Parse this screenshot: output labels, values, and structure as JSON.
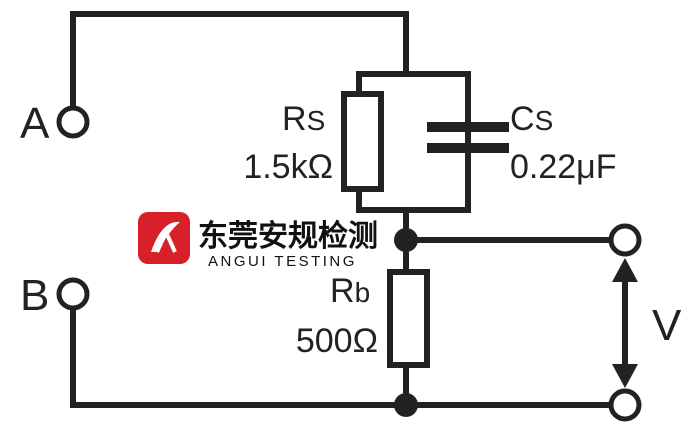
{
  "terminals": {
    "a_label": "A",
    "b_label": "B",
    "v_label": "V"
  },
  "components": {
    "rs": {
      "symbol": "R",
      "subscript": "S",
      "value": "1.5kΩ"
    },
    "cs": {
      "symbol": "C",
      "subscript": "S",
      "value": "0.22μF"
    },
    "rb": {
      "symbol": "R",
      "subscript": "b",
      "value": "500Ω"
    }
  },
  "watermark": {
    "name_cn": "东莞安规检测",
    "name_en": "ANGUI TESTING",
    "logo_color": "#d72027"
  },
  "colors": {
    "line": "#222222",
    "background": "#ffffff"
  }
}
